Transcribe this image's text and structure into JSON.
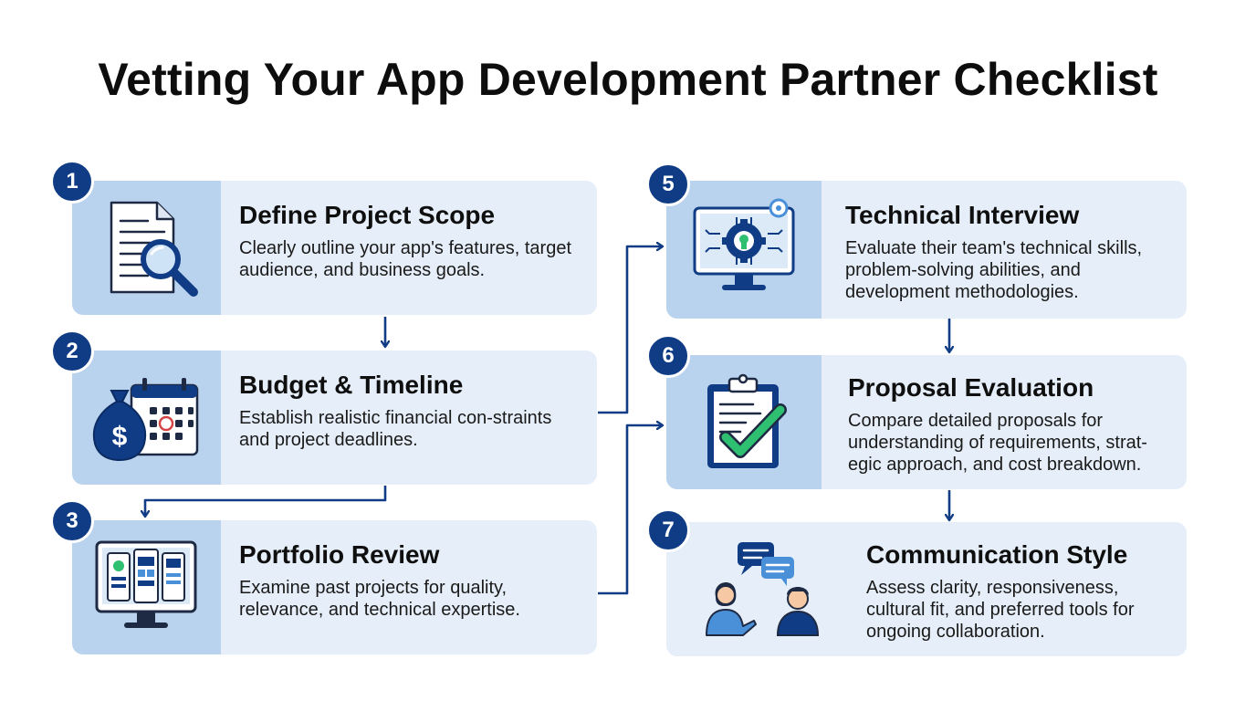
{
  "title": "Vetting Your App Development Partner Checklist",
  "steps": [
    {
      "number": "1",
      "heading": "Define Project Scope",
      "desc": "Clearly outline your app's features, target audience, and business goals.",
      "icon": "document-search-icon"
    },
    {
      "number": "2",
      "heading": "Budget & Timeline",
      "desc": "Establish realistic financial con-straints and project deadlines.",
      "icon": "money-bag-calendar-icon"
    },
    {
      "number": "3",
      "heading": "Portfolio Review",
      "desc": "Examine past projects for quality, relevance, and technical expertise.",
      "icon": "monitor-portfolio-icon"
    },
    {
      "number": "5",
      "heading": "Technical Interview",
      "desc": "Evaluate their team's technical skills, problem-solving abilities, and development methodologies.",
      "icon": "monitor-gear-icon"
    },
    {
      "number": "6",
      "heading": "Proposal Evaluation",
      "desc": "Compare detailed proposals for understanding of requirements, strat-egic approach, and cost breakdown.",
      "icon": "clipboard-check-icon"
    },
    {
      "number": "7",
      "heading": "Communication Style",
      "desc": "Assess clarity, responsiveness, cultural fit, and preferred tools for ongoing collaboration.",
      "icon": "people-chat-icon"
    }
  ],
  "colors": {
    "navy": "#0f3c85",
    "card": "#e6eff9",
    "iconpanel": "#b9d3ee",
    "check": "#2fbf71"
  }
}
